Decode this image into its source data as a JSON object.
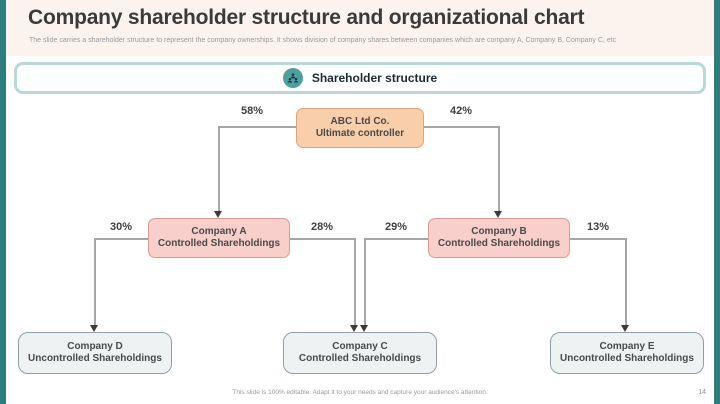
{
  "slide": {
    "title": "Company shareholder structure and organizational chart",
    "subtitle": "The slide carries a shareholder structure to represent the company ownerships. It shows division of company shares between companies which are company A, Company B, Company C, etc",
    "footer_note": "This slide is 100% editable. Adapt it to your needs and capture your audience's attention.",
    "page_number": "14"
  },
  "banner": {
    "label": "Shareholder structure",
    "icon": "people-group-icon"
  },
  "colors": {
    "accent_teal": "#2f7d7c",
    "banner_border": "#b9d8d6",
    "icon_circle_bg": "#4e9f9d",
    "node_orange_fill": "#f9cfab",
    "node_orange_border": "#dfa377",
    "node_pink_fill": "#f8cfcb",
    "node_pink_border": "#dc9a94",
    "node_gray_fill": "#eef2f3",
    "node_gray_border": "#8da0a8",
    "connector": "#a6a6a6",
    "header_bg": "#fdf3ee"
  },
  "diagram": {
    "type": "org-chart",
    "nodes": {
      "root": {
        "title": "ABC Ltd Co.",
        "subtitle": "Ultimate controller"
      },
      "company_a": {
        "title": "Company A",
        "subtitle": "Controlled Shareholdings"
      },
      "company_b": {
        "title": "Company B",
        "subtitle": "Controlled Shareholdings"
      },
      "company_c": {
        "title": "Company C",
        "subtitle": "Controlled Shareholdings"
      },
      "company_d": {
        "title": "Company D",
        "subtitle": "Uncontrolled Shareholdings"
      },
      "company_e": {
        "title": "Company E",
        "subtitle": "Uncontrolled Shareholdings"
      }
    },
    "edges": [
      {
        "from": "ABC Ltd Co.",
        "to": "Company A",
        "label": "58%"
      },
      {
        "from": "ABC Ltd Co.",
        "to": "Company B",
        "label": "42%"
      },
      {
        "from": "Company A",
        "to": "Company D",
        "label": "30%"
      },
      {
        "from": "Company A",
        "to": "Company C",
        "label": "28%"
      },
      {
        "from": "Company B",
        "to": "Company C",
        "label": "29%"
      },
      {
        "from": "Company B",
        "to": "Company E",
        "label": "13%"
      }
    ]
  }
}
